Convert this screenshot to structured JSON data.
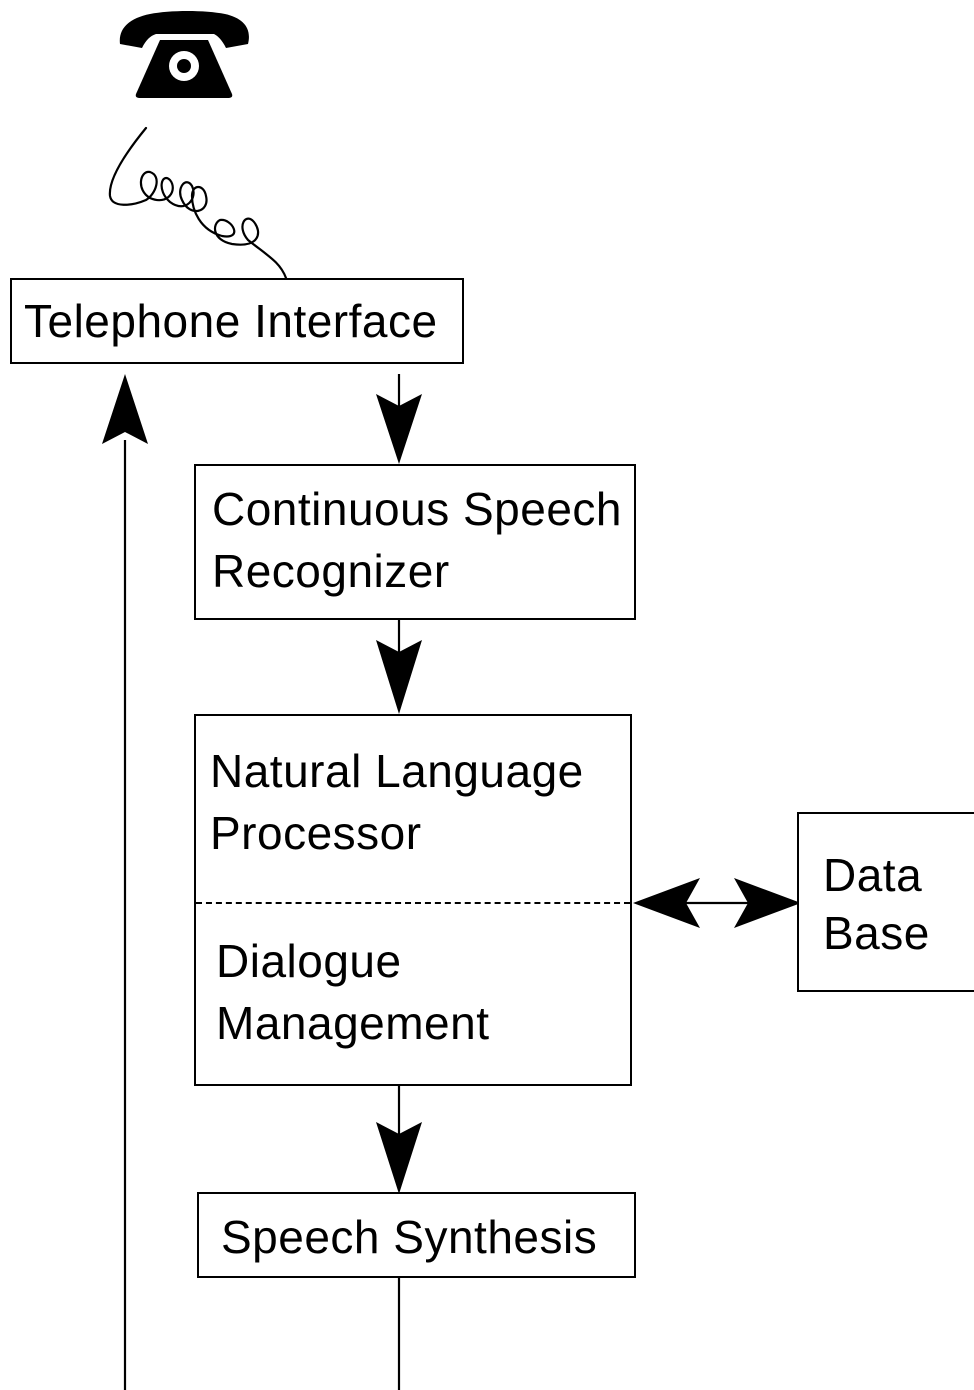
{
  "diagram": {
    "telephone_interface": "Telephone Interface",
    "speech_recognizer": {
      "line1": "Continuous Speech",
      "line2": "Recognizer"
    },
    "nl_processor": {
      "line1": "Natural Language",
      "line2": "Processor"
    },
    "dialogue_management": {
      "line1": "Dialogue",
      "line2": "Management"
    },
    "database": {
      "line1": "Data",
      "line2": "Base"
    },
    "speech_synthesis": "Speech Synthesis"
  },
  "icons": {
    "telephone": "telephone-icon",
    "cord": "phone-cord-icon"
  }
}
